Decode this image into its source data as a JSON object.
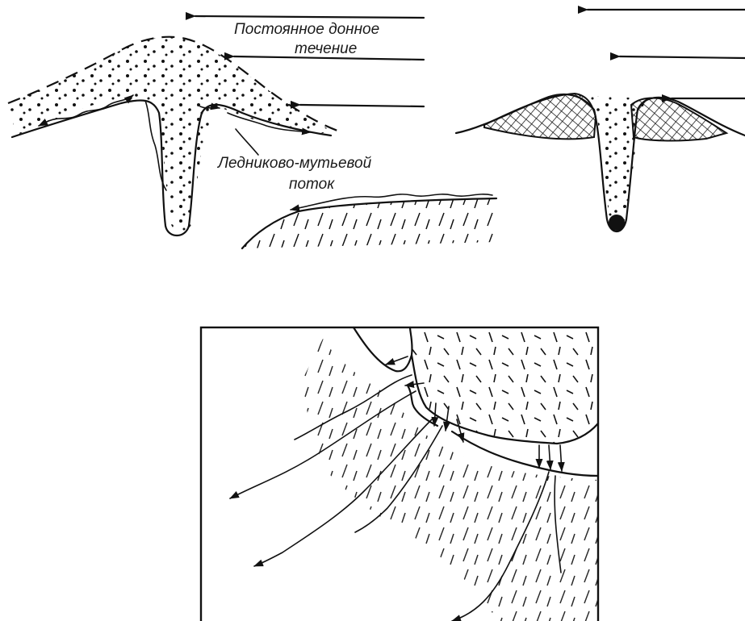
{
  "labels": {
    "current": "Постоянное донное течение",
    "current_line1": "Постоянное донное",
    "current_line2": "течение",
    "flow_line1": "Ледниково-мутьевой",
    "flow_line2": "поток"
  }
}
